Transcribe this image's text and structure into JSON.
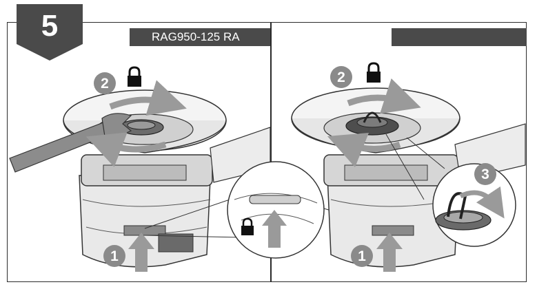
{
  "step": {
    "number": "5"
  },
  "panel_left": {
    "title": "RAG950-125 RA",
    "callouts": [
      "1",
      "2"
    ]
  },
  "panel_right": {
    "title": "",
    "callouts": [
      "1",
      "2",
      "3"
    ]
  },
  "icons": [
    "lock-icon",
    "up-arrow-icon",
    "rotation-arrow-icon",
    "wrench-icon",
    "magnifier-circle"
  ],
  "colors": {
    "dark_gray": "#4a4a4a",
    "callout_gray": "#8a8a8a",
    "line": "#2a2a2a"
  }
}
